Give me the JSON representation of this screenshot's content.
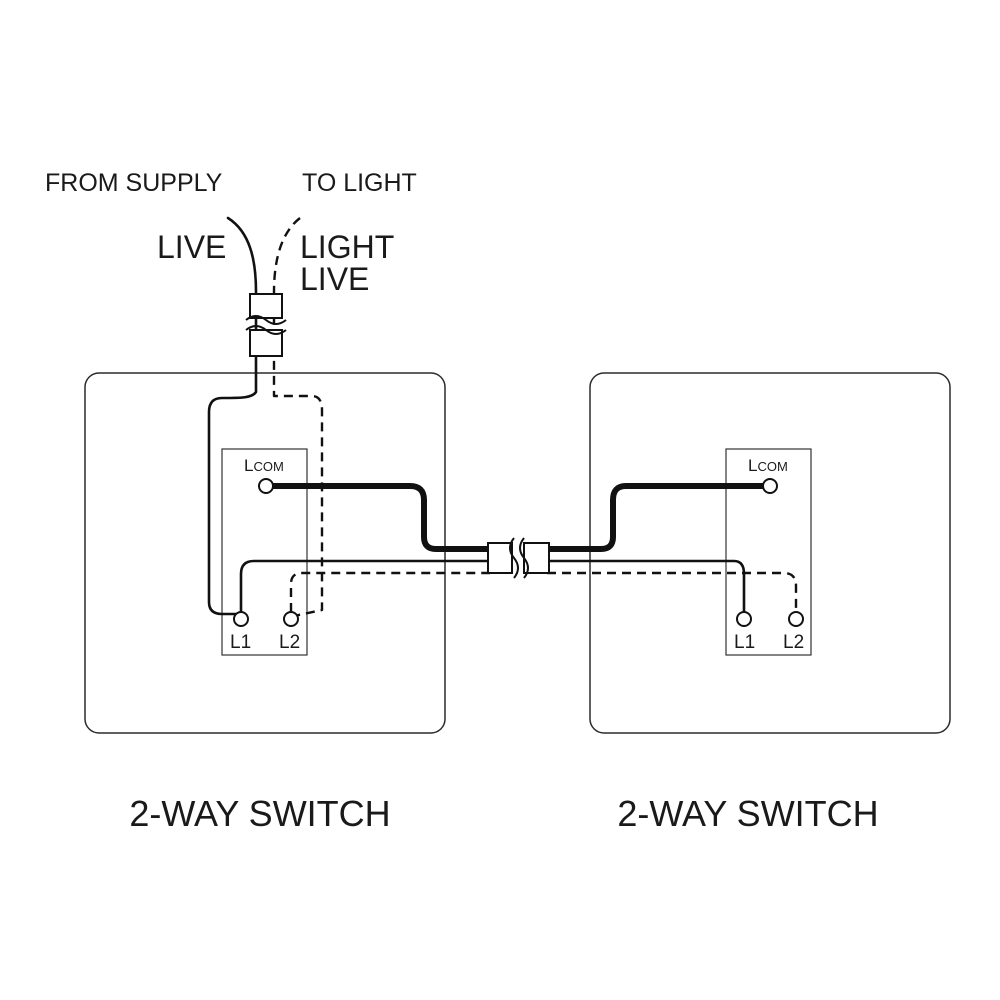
{
  "supply": {
    "from_label": "FROM SUPPLY",
    "to_label": "TO LIGHT",
    "live_label": "LIVE",
    "light_live_line1": "LIGHT",
    "light_live_line2": "LIVE"
  },
  "switches": [
    {
      "title": "2-WAY SWITCH",
      "com_letter": "L",
      "com_suffix": "COM",
      "terminal_1": "L1",
      "terminal_2": "L2"
    },
    {
      "title": "2-WAY SWITCH",
      "com_letter": "L",
      "com_suffix": "COM",
      "terminal_1": "L1",
      "terminal_2": "L2"
    }
  ],
  "colors": {
    "line": "#111111",
    "background": "#ffffff"
  }
}
